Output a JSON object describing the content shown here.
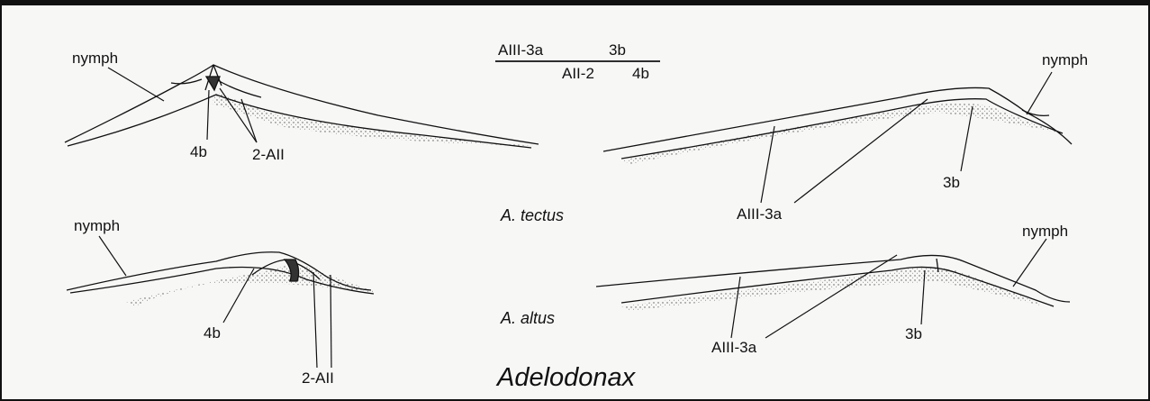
{
  "legend": {
    "top_left": "AIII-3a",
    "top_right": "3b",
    "bottom_left": "AII-2",
    "bottom_right": "4b"
  },
  "labels": {
    "nymph": "nymph",
    "tooth_4b": "4b",
    "tooth_2_all": "2-AII",
    "tooth_aiii_3a": "AIII-3a",
    "tooth_3b": "3b"
  },
  "species": {
    "tectus": "A. tectus",
    "altus": "A. altus"
  },
  "genus": "Adelodonax",
  "colors": {
    "ink": "#111111",
    "stipple": "#555555",
    "background": "#f7f7f6"
  }
}
